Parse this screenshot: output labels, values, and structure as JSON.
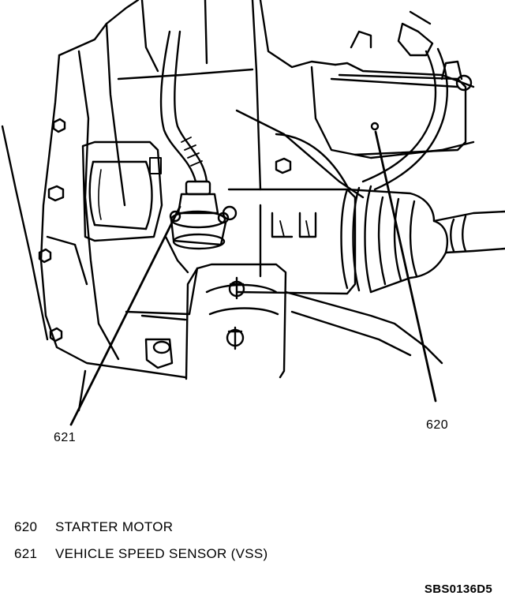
{
  "callouts": {
    "c621": "621",
    "c620": "620"
  },
  "legend": [
    {
      "number": "620",
      "text": "STARTER MOTOR"
    },
    {
      "number": "621",
      "text": "VEHICLE SPEED SENSOR (VSS)"
    }
  ],
  "figure_code": "SBS0136D5",
  "colors": {
    "ink": "#000000",
    "paper": "#ffffff"
  }
}
